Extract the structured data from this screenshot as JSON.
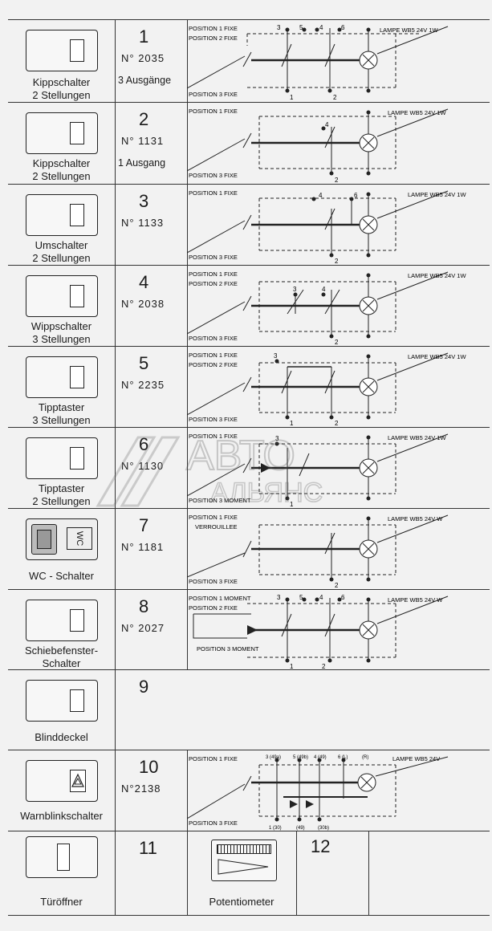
{
  "rows": [
    {
      "number": "1",
      "part": "N° 2035",
      "outputs": "3 Ausgänge",
      "label1": "Kippschalter",
      "label2": "2 Stellungen",
      "pos1": "POSITION 1 FIXE",
      "pos2": "POSITION 2 FIXE",
      "pos3": "POSITION 3 FIXE",
      "lamp": "LAMPE WB5 24V 1W",
      "t1": "3",
      "t2": "5",
      "t3": "4",
      "t4": "6",
      "b1": "1",
      "b2": "2"
    },
    {
      "number": "2",
      "part": "N° 1131",
      "outputs": "1 Ausgang",
      "label1": "Kippschalter",
      "label2": "2 Stellungen",
      "pos1": "POSITION 1 FIXE",
      "pos3": "POSITION 3 FIXE",
      "lamp": "LAMPE WB5 24V 1W",
      "t1": "4",
      "b1": "2"
    },
    {
      "number": "3",
      "part": "N° 1133",
      "label1": "Umschalter",
      "label2": "2 Stellungen",
      "pos1": "POSITION 1 FIXE",
      "pos3": "POSITION 3 FIXE",
      "lamp": "LAMPE WB5 24V 1W",
      "t1": "4",
      "t2": "6",
      "b1": "2"
    },
    {
      "number": "4",
      "part": "N° 2038",
      "label1": "Wippschalter",
      "label2": "3 Stellungen",
      "pos1": "POSITION 1 FIXE",
      "pos2": "POSITION 2 FIXE",
      "pos3": "POSITION 3 FIXE",
      "lamp": "LAMPE WB5 24V 1W",
      "t1": "3",
      "t2": "4",
      "b1": "2"
    },
    {
      "number": "5",
      "part": "N° 2235",
      "label1": "Tipptaster",
      "label2": "3 Stellungen",
      "pos1": "POSITION 1 FIXE",
      "pos2": "POSITION 2 FIXE",
      "pos3": "POSITION 3 FIXE",
      "lamp": "LAMPE WB5 24V 1W",
      "t1": "3",
      "b1": "1",
      "b2": "2"
    },
    {
      "number": "6",
      "part": "N° 1130",
      "label1": "Tipptaster",
      "label2": "2 Stellungen",
      "pos1": "POSITION 1 FIXE",
      "pos3": "POSITION 3 MOMENT",
      "lamp": "LAMPE WB5 24V 1W",
      "t1": "3",
      "b1": "1"
    },
    {
      "number": "7",
      "part": "N° 1181",
      "label1": "WC - Schalter",
      "label2": "",
      "pos1": "POSITION 1 FIXE",
      "pos2": "VERROUILLEE",
      "pos3": "POSITION 3 FIXE",
      "lamp": "LAMPE WB5 24V W",
      "b1": "2",
      "wc_text": "WC"
    },
    {
      "number": "8",
      "part": "N° 2027",
      "label1": "Schiebefenster-",
      "label2": "Schalter",
      "pos1": "POSITION 1 MOMENT",
      "pos2": "POSITION 2 FIXE",
      "pos3": "POSITION 3 MOMENT",
      "lamp": "LAMPE WB5 24V W",
      "t1": "3",
      "t2": "5",
      "t3": "4",
      "t4": "6",
      "b1": "1",
      "b2": "2"
    },
    {
      "number": "9",
      "label1": "Blinddeckel",
      "label2": ""
    },
    {
      "number": "10",
      "part": "N°2138",
      "label1": "Warnblinkschalter",
      "label2": "",
      "pos1": "POSITION 1 FIXE",
      "pos3": "POSITION 3 FIXE",
      "lamp": "LAMPE WB5 24V",
      "t1": "3 (49a)",
      "t2": "5 (49b)",
      "t3": "4 (49)",
      "t4": "6 (L)",
      "t5": "(R)",
      "b1": "1 (30)",
      "b2": "(49)",
      "b3": "(30b)"
    },
    {
      "number": "11",
      "label1": "Türöffner",
      "label2": ""
    },
    {
      "number": "12",
      "label1": "Potentiometer",
      "label2": ""
    }
  ],
  "watermark": {
    "line1": "АВТО",
    "line2": "АЛЬЯНС"
  }
}
